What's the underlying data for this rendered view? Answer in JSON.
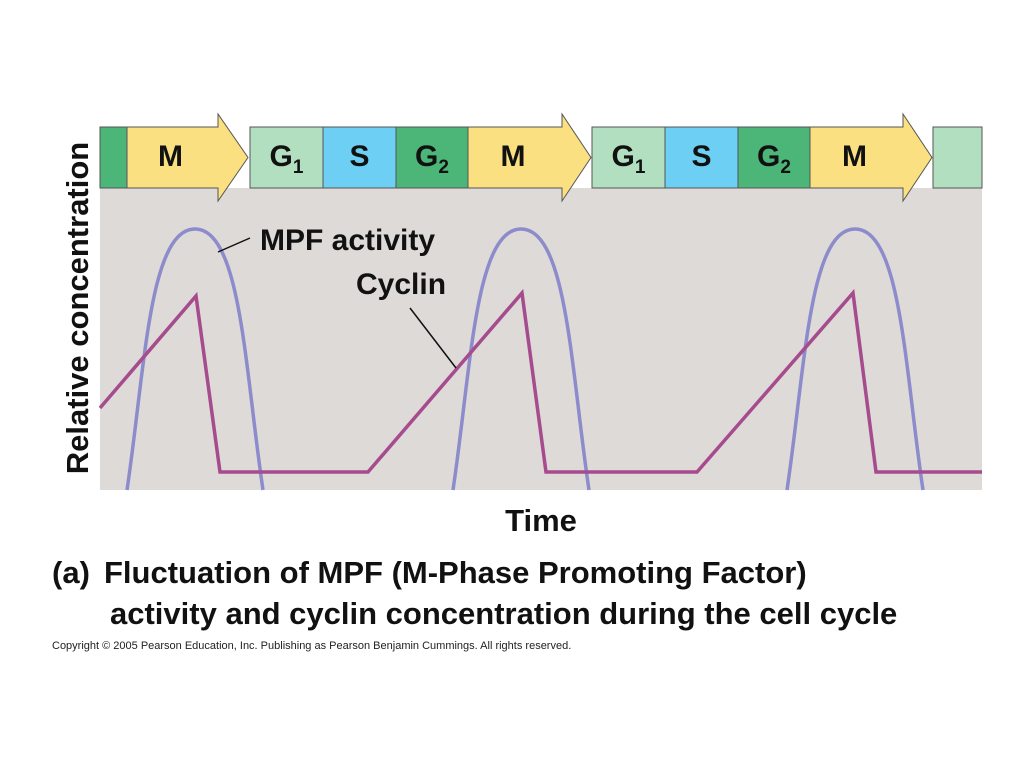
{
  "colors": {
    "M": "#fbe082",
    "G1": "#b2dfbf",
    "S": "#6ccff3",
    "G2": "#4cb679",
    "plot_bg": "#dedad7",
    "mpf_curve": "#8c8ccc",
    "cyclin_line": "#a54b8e",
    "outline": "#555555"
  },
  "phases": [
    {
      "type": "M",
      "main": "M",
      "sub": ""
    },
    {
      "type": "G1",
      "main": "G",
      "sub": "1"
    },
    {
      "type": "S",
      "main": "S",
      "sub": ""
    },
    {
      "type": "G2",
      "main": "G",
      "sub": "2"
    },
    {
      "type": "M",
      "main": "M",
      "sub": ""
    },
    {
      "type": "G1",
      "main": "G",
      "sub": "1"
    },
    {
      "type": "S",
      "main": "S",
      "sub": ""
    },
    {
      "type": "G2",
      "main": "G",
      "sub": "2"
    },
    {
      "type": "M",
      "main": "M",
      "sub": ""
    }
  ],
  "series_labels": {
    "mpf": "MPF activity",
    "cyclin": "Cyclin"
  },
  "axes": {
    "x": "Time",
    "y": "Relative concentration"
  },
  "caption": {
    "letter": "(a)",
    "line1": "Fluctuation of MPF (M-Phase Promoting Factor)",
    "line2": "activity and cyclin concentration during the cell cycle"
  },
  "copyright": "Copyright ©  2005 Pearson Education, Inc. Publishing as Pearson Benjamin Cummings. All rights reserved."
}
